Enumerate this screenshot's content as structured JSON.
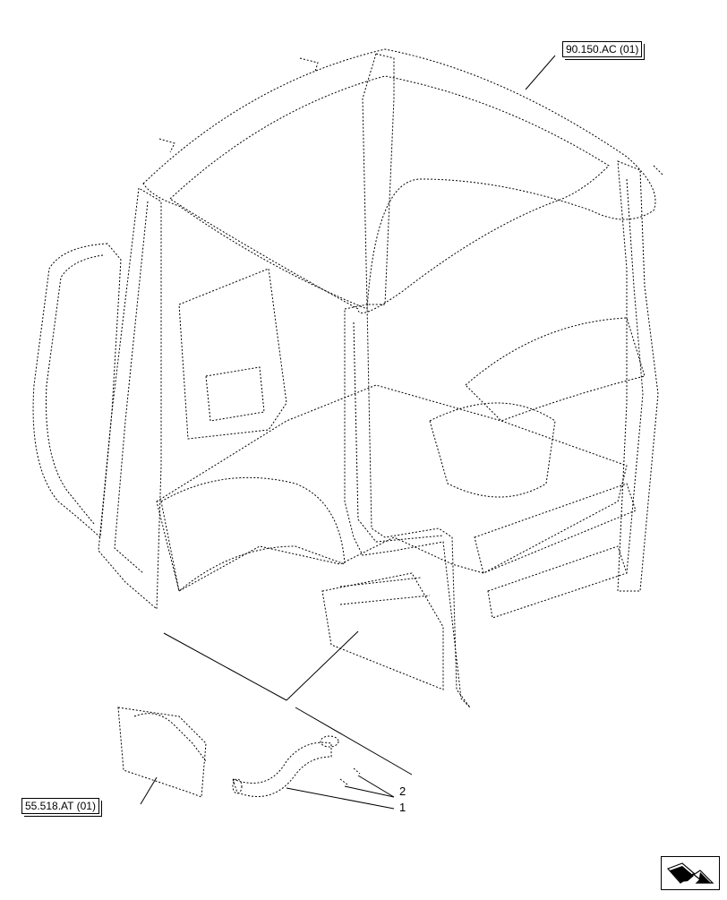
{
  "references": {
    "cab_frame": "90.150.AC (01)",
    "panel": "55.518.AT (01)"
  },
  "callouts": {
    "item_1": "1",
    "item_2": "2"
  },
  "icons": {
    "nav": "next-page-arrow-icon"
  },
  "colors": {
    "line": "#000000",
    "background": "#ffffff"
  }
}
